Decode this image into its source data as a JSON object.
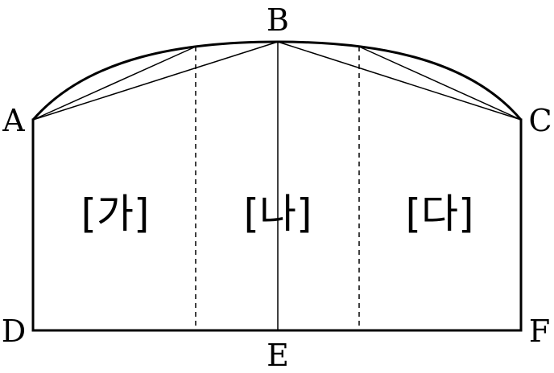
{
  "points": {
    "A": "A",
    "B": "B",
    "C": "C",
    "D": "D",
    "E": "E",
    "F": "F"
  },
  "regions": {
    "left": "[가]",
    "middle": "[나]",
    "right": "[다]"
  }
}
